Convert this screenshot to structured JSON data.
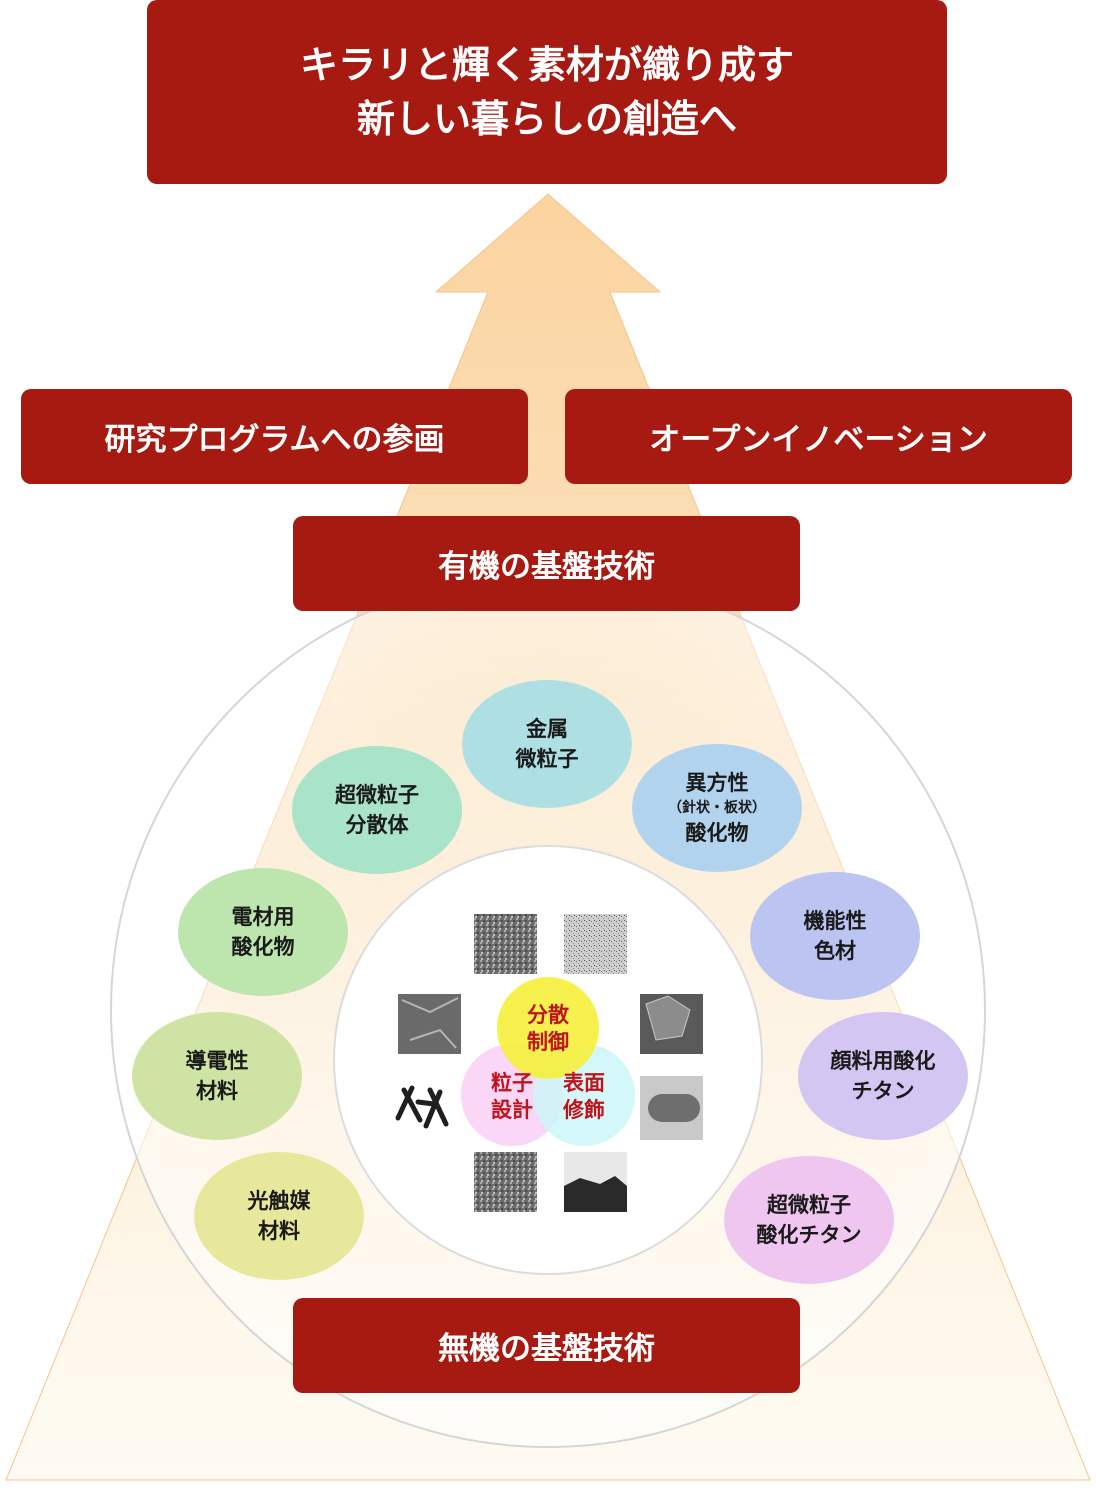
{
  "goal": {
    "line1": "キラリと輝く素材が織り成す",
    "line2": "新しい暮らしの創造へ"
  },
  "research_box": "研究プログラムへの参画",
  "open_box": "オープンイノベーション",
  "organic_box": "有機の基盤技術",
  "inorganic_box": "無機の基盤技術",
  "materials": [
    {
      "id": "metal",
      "line1": "金属",
      "line2": "微粒子",
      "color": "#aee0e3"
    },
    {
      "id": "aniso",
      "line1": "異方性",
      "sub": "（針状・板状）",
      "line2": "酸化物",
      "color": "#b2d3ee"
    },
    {
      "id": "pigment-color",
      "line1": "機能性",
      "line2": "色材",
      "color": "#bcc4f2"
    },
    {
      "id": "pigment-tio2",
      "line1": "顔料用酸化",
      "line2": "チタン",
      "color": "#d4c6f2"
    },
    {
      "id": "ultrafine-tio2",
      "line1": "超微粒子",
      "line2": "酸化チタン",
      "color": "#efc6ef"
    },
    {
      "id": "photocatalyst",
      "line1": "光触媒",
      "line2": "材料",
      "color": "#e8e89c"
    },
    {
      "id": "conductive",
      "line1": "導電性",
      "line2": "材料",
      "color": "#cfe4a4"
    },
    {
      "id": "electrode",
      "line1": "電材用",
      "line2": "酸化物",
      "color": "#bde5ae"
    },
    {
      "id": "dispersion",
      "line1": "超微粒子",
      "line2": "分散体",
      "color": "#a9e3c9"
    }
  ],
  "core": {
    "dispersion": {
      "line1": "分散",
      "line2": "制御",
      "color": "#f5f03e"
    },
    "particle": {
      "line1": "粒子",
      "line2": "設計",
      "color": "#f9d2f6"
    },
    "surface": {
      "line1": "表面",
      "line2": "修飾",
      "color": "#cdf6f8"
    }
  },
  "colors": {
    "accent": "#a61a12",
    "arrow": "#fbd7a6",
    "ring": "#d9d9d9"
  }
}
